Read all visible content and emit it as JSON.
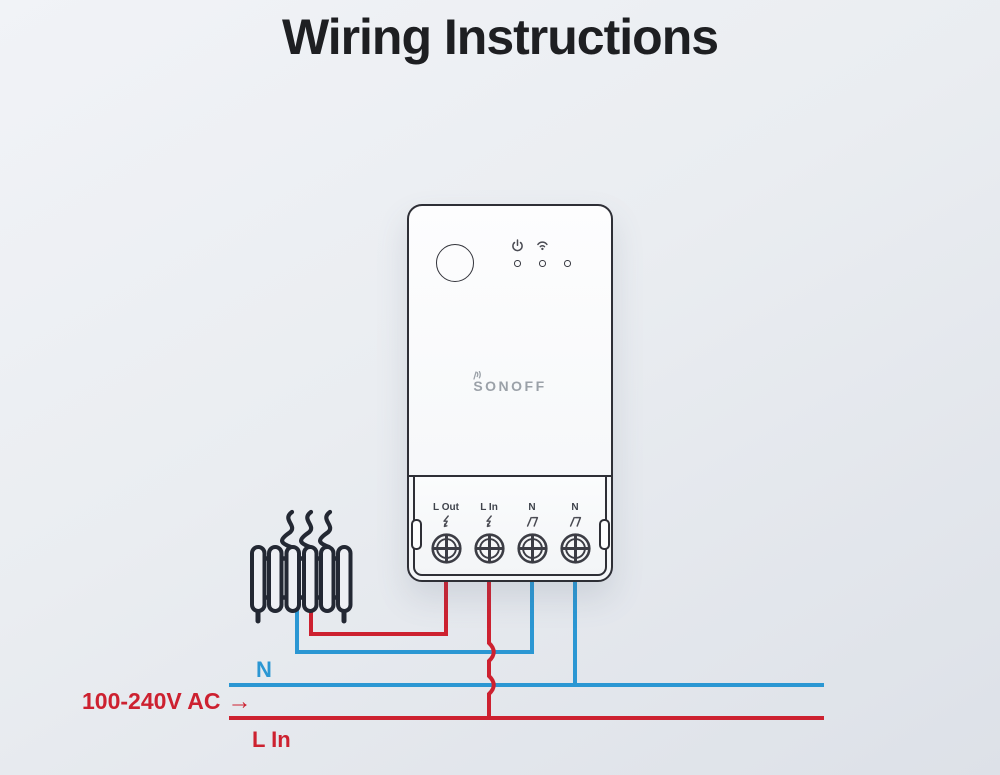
{
  "page": {
    "title": "Wiring Instructions"
  },
  "device": {
    "brand": "SONOFF",
    "terminals": [
      {
        "label": "L Out",
        "symbol": "lightning",
        "wire_color": "live"
      },
      {
        "label": "L In",
        "symbol": "lightning",
        "wire_color": "live"
      },
      {
        "label": "N",
        "symbol": "neutral",
        "wire_color": "neutral"
      },
      {
        "label": "N",
        "symbol": "neutral",
        "wire_color": "neutral"
      }
    ],
    "indicator_led_count": 3,
    "icons": [
      "power-icon",
      "wifi-icon",
      "logo-signal-icon",
      "screw-terminal-icon"
    ]
  },
  "wiring": {
    "colors": {
      "live": "#cd2130",
      "neutral": "#2b97d3",
      "outline": "#232833"
    },
    "neutral_label": "N",
    "supply_label": "100-240V AC",
    "supply_arrow": "→",
    "live_in_label": "L In"
  },
  "load": {
    "name": "heater-radiator"
  }
}
